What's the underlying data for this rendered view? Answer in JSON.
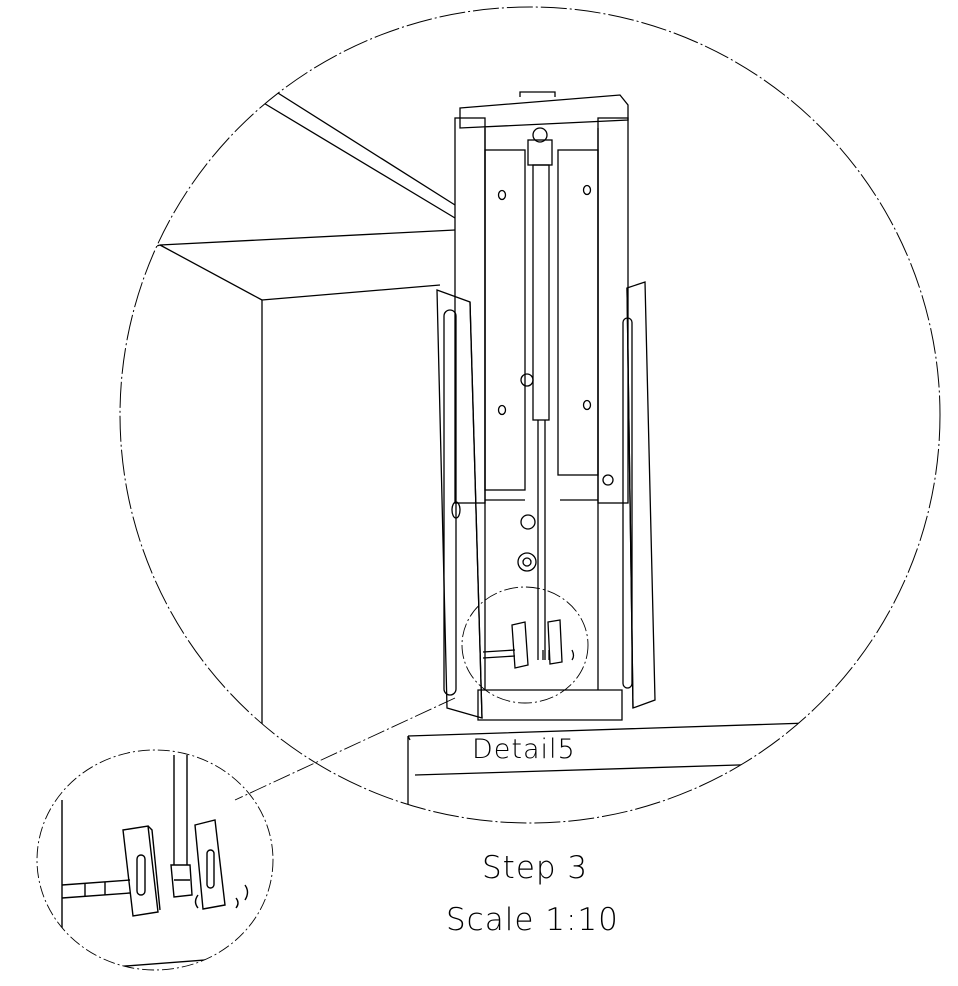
{
  "detail_label": "Detail5",
  "step_label": "Step 3",
  "scale_label": "Scale 1:10",
  "colors": {
    "line": "#000000",
    "background": "#ffffff"
  }
}
